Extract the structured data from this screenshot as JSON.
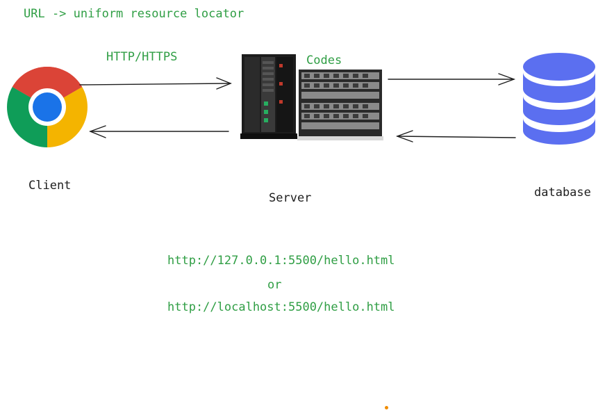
{
  "diagram": {
    "title": "URL -> uniform resource locator",
    "protocol_label": "HTTP/HTTPS",
    "codes_label": "Codes",
    "nodes": {
      "client": "Client",
      "server": "Server",
      "database": "database"
    },
    "urls": {
      "line1": "http://127.0.0.1:5500/hello.html",
      "separator": "or",
      "line2": "http://localhost:5500/hello.html"
    }
  },
  "colors": {
    "annotation_green": "#2f9e44",
    "text_black": "#1e1e1e",
    "arrow_stroke": "#1e1e1e",
    "database_blue": "#5b6ff0",
    "chrome_red": "#db4437",
    "chrome_yellow": "#f4b400",
    "chrome_green": "#0f9d58",
    "chrome_blue": "#1a73e8",
    "dot_orange": "#f08c00"
  },
  "icons": {
    "client": "chrome-browser-icon",
    "server": "server-rack-icon",
    "database": "database-cylinder-icon"
  }
}
